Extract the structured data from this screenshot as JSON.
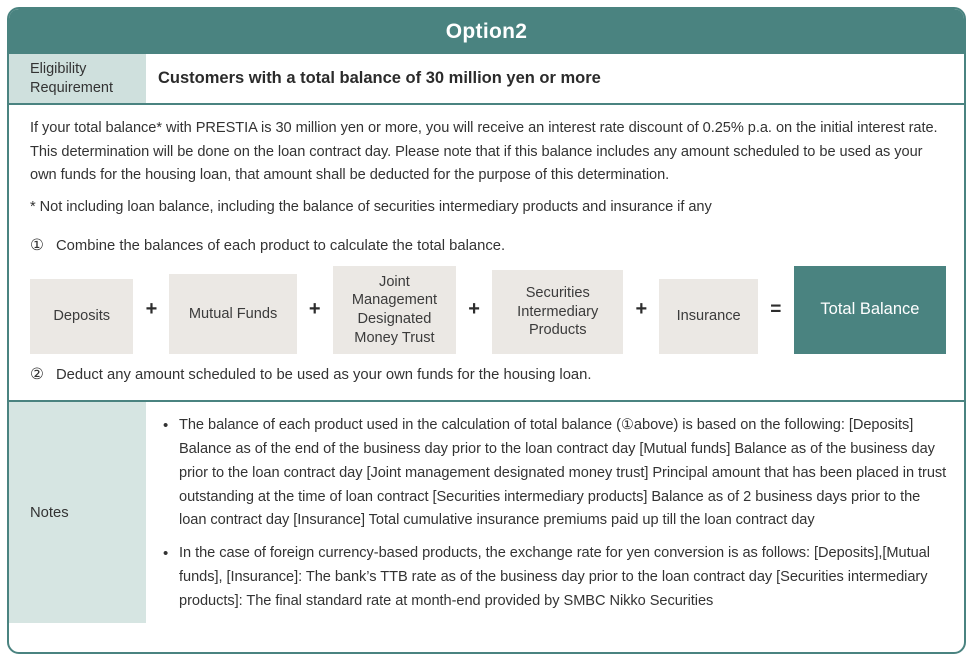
{
  "colors": {
    "teal": "#4a8380",
    "teal_pale": "#d6e5e2",
    "teal_pale_dark": "#cfe0dd",
    "box_gray": "#ebe8e4",
    "text": "#333333"
  },
  "header": {
    "title": "Option2"
  },
  "eligibility": {
    "label": "Eligibility Requirement",
    "label_line1": "Eligibility",
    "label_line2": "Requirement",
    "value": "Customers with a total balance of 30 million yen or more"
  },
  "body": {
    "paragraph": "If your total balance* with PRESTIA is 30 million yen or more, you will receive an interest rate discount of 0.25% p.a. on the initial interest rate. This determination will be done on the loan contract day. Please note that if this balance includes any amount scheduled to be used as your own funds for the housing loan, that amount shall be deducted for the purpose of this determination.",
    "footnote": "* Not including loan balance, including the balance of securities intermediary products and insurance if any",
    "steps": [
      {
        "marker": "①",
        "text": "Combine the balances of each product to calculate the total balance."
      },
      {
        "marker": "②",
        "text": "Deduct any amount scheduled to be used as your own funds for the housing loan."
      }
    ],
    "formula": {
      "boxes": [
        {
          "label": "Deposits"
        },
        {
          "label": "Mutual Funds"
        },
        {
          "label": "Joint Management Designated Money Trust"
        },
        {
          "label": "Securities Intermediary Products"
        },
        {
          "label": "Insurance"
        },
        {
          "label": "Total Balance"
        }
      ],
      "operators": [
        "+",
        "+",
        "+",
        "+",
        "="
      ]
    }
  },
  "notes": {
    "label": "Notes",
    "items": [
      "The balance of each product used in the calculation of total balance (①above) is based on the following: [Deposits] Balance as of the end of the business day prior to the loan contract day [Mutual funds] Balance as of the business day prior to the loan contract day [Joint management designated money trust] Principal amount that has been placed in trust outstanding at the time of loan contract [Securities intermediary products] Balance as of 2 business days prior to the loan contract day [Insurance] Total cumulative insurance premiums paid up till the loan contract day",
      "In the case of foreign currency-based products, the exchange rate for yen conversion is as follows: [Deposits],[Mutual funds], [Insurance]: The bank’s TTB rate as of the business day prior to the loan contract day [Securities intermediary products]: The final standard rate at month-end provided by SMBC Nikko Securities"
    ]
  }
}
